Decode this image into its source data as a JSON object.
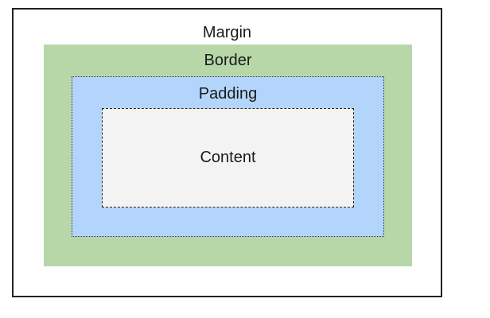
{
  "diagram": {
    "layers": {
      "margin": {
        "label": "Margin",
        "color": "#ffffff"
      },
      "border": {
        "label": "Border",
        "color": "#b7d7a8"
      },
      "padding": {
        "label": "Padding",
        "color": "#b4d5fb"
      },
      "content": {
        "label": "Content",
        "color": "#f3f3f3"
      }
    },
    "outline_color": "#222222"
  }
}
